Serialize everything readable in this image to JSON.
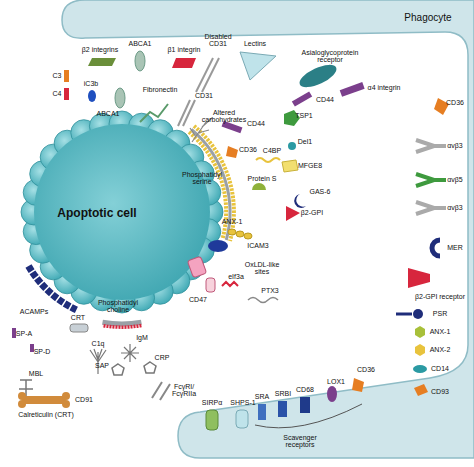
{
  "diagram": {
    "nodes": [
      {
        "text": [
          "Phagocyte"
        ]
      },
      {
        "text": [
          "Apoptotic cell"
        ]
      }
    ],
    "labels": [
      "β2 integrins",
      "ABCA1",
      "β1 integrin",
      "Disabled CD31",
      "Lectins",
      "Asialoglycoprotein receptor",
      "C3",
      "C4",
      "iC3b",
      "ABCA1",
      "Fibronectin",
      "CD31",
      "Altered carbohydrates",
      "CD44",
      "α4 integrin",
      "TSP1",
      "CD36",
      "CD44",
      "CD36",
      "Del1",
      "C4BP",
      "MFGE8",
      "Protein S",
      "GAS-6",
      "Phosphatidyl serine",
      "αvβ3",
      "αvβ5",
      "αvβ3",
      "β2-GPI",
      "MER",
      "β2-GPI receptor",
      "PSR",
      "ANX-1",
      "ANX-1",
      "ANX-2",
      "ICAM3",
      "OxLDL-like sites",
      "CD14",
      "CD47",
      "eIf3a",
      "PTX3",
      "CD93",
      "ACAMPs",
      "CRT",
      "Phosphatidyl choline",
      "SP-A",
      "SP-D",
      "C1q",
      "IgM",
      "MBL",
      "SAP",
      "CRP",
      "FcγRI/ FcγRIIa",
      "SIRPα",
      "SHPS-1",
      "SRA",
      "SRBI",
      "CD68",
      "LOX1",
      "CD36",
      "CD91",
      "Calreticulin (CRT)",
      "Scavenger receptors"
    ]
  }
}
